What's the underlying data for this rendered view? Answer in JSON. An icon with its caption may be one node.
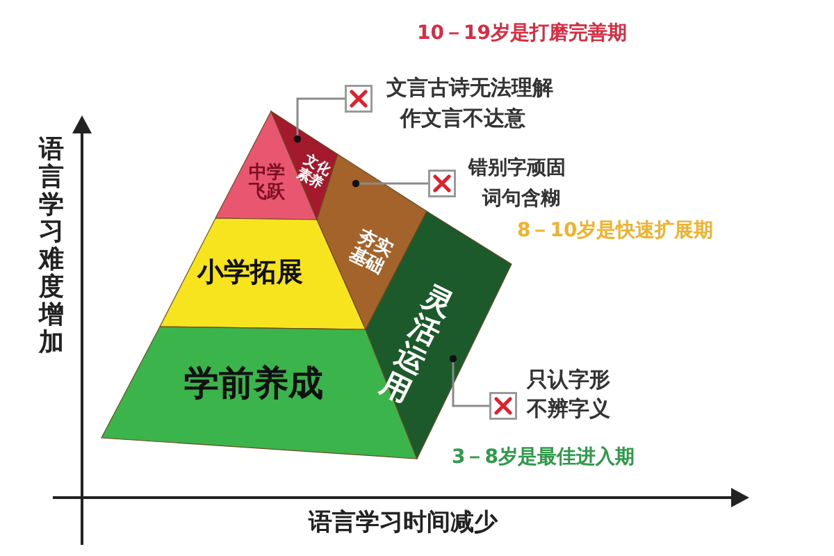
{
  "diagram": {
    "nodes": [
      {
        "text": [
          "中学飞跃"
        ]
      },
      {
        "text": [
          "小学拓展"
        ]
      },
      {
        "text": [
          "学前养成"
        ]
      },
      {
        "text": [
          "文化素养"
        ]
      },
      {
        "text": [
          "夯实基础"
        ]
      },
      {
        "text": [
          "灵活运用"
        ]
      },
      {
        "text": [
          "文言古诗无法理解",
          "作文言不达意"
        ]
      },
      {
        "text": [
          "错别字顽固",
          "词句含糊"
        ]
      },
      {
        "text": [
          "只认字形",
          "不辨字义"
        ]
      }
    ],
    "edges": [
      {
        "from": 6,
        "to": 3,
        "arrow": "other"
      },
      {
        "from": 7,
        "to": 4,
        "arrow": "other"
      },
      {
        "from": 8,
        "to": 5,
        "arrow": "other"
      }
    ],
    "labels": [
      "10－19岁是打磨完善期",
      "8－10岁是快速扩展期",
      "3－8岁是最佳进入期",
      "语言学习难度增加",
      "语言学习时间减少"
    ]
  }
}
